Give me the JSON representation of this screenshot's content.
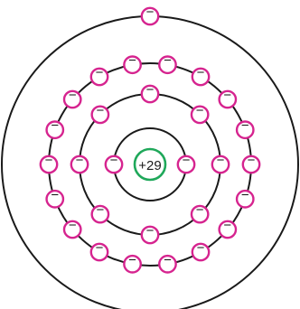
{
  "nucleus": {
    "label": "+29",
    "color": "#1fa85a"
  },
  "electron": {
    "symbol": "−",
    "color": "#d6248f"
  },
  "shells": [
    {
      "electrons": 2
    },
    {
      "electrons": 8
    },
    {
      "electrons": 18
    },
    {
      "electrons": 1
    }
  ],
  "colors": {
    "shell_stroke": "#1a1a1a",
    "background": "#ffffff"
  }
}
